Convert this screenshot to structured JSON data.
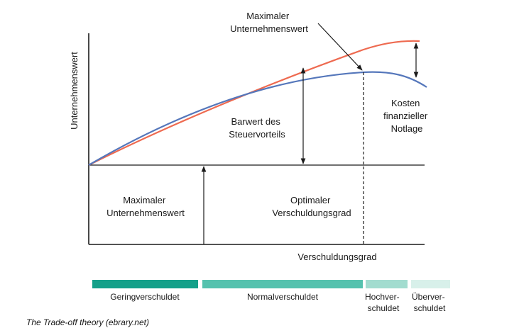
{
  "diagram": {
    "y_axis_label": "Unternehmenswert",
    "x_axis_label": "Verschuldungsgrad",
    "top_annotation": [
      "Maximaler",
      "Unternehmenswert"
    ],
    "left_annotation": [
      "Maximaler",
      "Unternehmenswert"
    ],
    "middle_annotation": [
      "Barwert des",
      "Steuervorteils"
    ],
    "optimal_annotation": [
      "Optimaler",
      "Verschuldungsgrad"
    ],
    "right_annotation": [
      "Kosten",
      "finanzieller",
      "Notlage"
    ],
    "curve_colors": {
      "upper": "#ee6a50",
      "lower": "#5577bb"
    }
  },
  "segments": [
    {
      "label": [
        "Geringverschuldet"
      ],
      "color": "#14a089"
    },
    {
      "label": [
        "Normalverschuldet"
      ],
      "color": "#55c2ae"
    },
    {
      "label": [
        "Hochver-",
        "schuldet"
      ],
      "color": "#a2dccf"
    },
    {
      "label": [
        "Überver-",
        "schuldet"
      ],
      "color": "#d8f0ea"
    }
  ],
  "caption": "The Trade-off theory (ebrary.net)"
}
